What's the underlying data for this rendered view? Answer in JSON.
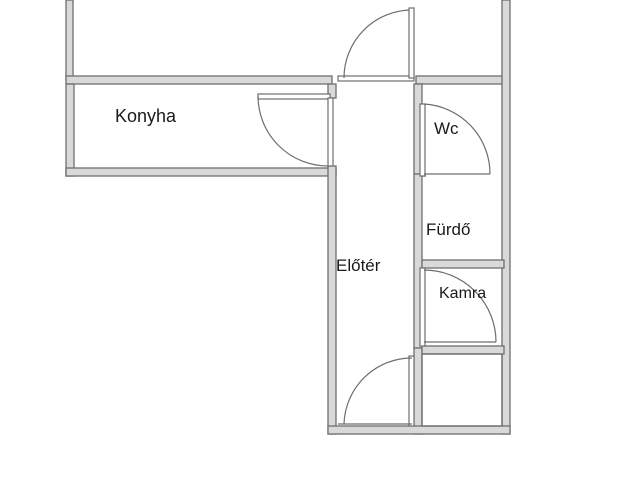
{
  "floor_plan": {
    "rooms": [
      {
        "id": "konyha",
        "label": "Konyha"
      },
      {
        "id": "wc",
        "label": "Wc"
      },
      {
        "id": "furdo",
        "label": "Fürdő"
      },
      {
        "id": "eloter",
        "label": "Előtér"
      },
      {
        "id": "kamra",
        "label": "Kamra"
      }
    ]
  },
  "colors": {
    "wall_fill": "#d9d9d9",
    "wall_line": "#6e6e6e",
    "background": "#ffffff"
  }
}
